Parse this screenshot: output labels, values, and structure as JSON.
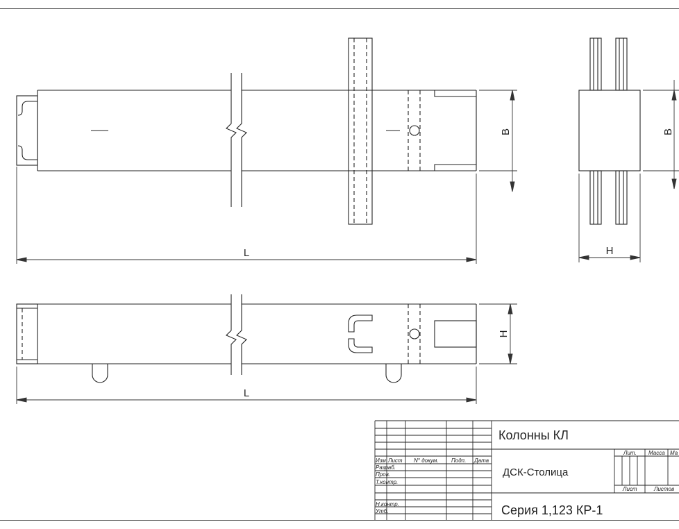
{
  "drawing": {
    "top_view": {
      "length_label": "L",
      "width_label": "B"
    },
    "end_view": {
      "width_label": "B",
      "height_label": "H"
    },
    "side_view": {
      "length_label": "L",
      "height_label": "H"
    }
  },
  "title_block": {
    "headers": {
      "izm": "Изм",
      "list": "Лист",
      "doc_no": "N° докум.",
      "sign": "Подп.",
      "date": "Дата"
    },
    "roles": {
      "razrab": "Разраб.",
      "prov": "Пров.",
      "tkontr": "Т.контр.",
      "nkontr": "Н.контр.",
      "utv": "Утб."
    },
    "title": "Колонны КЛ",
    "organization": "ДСК-Столица",
    "series": "Серия 1,123 КР-1",
    "cols": {
      "lit": "Лит.",
      "mass": "Масса",
      "scale": "Ма",
      "sheet": "Лист",
      "sheets": "Листов"
    }
  }
}
